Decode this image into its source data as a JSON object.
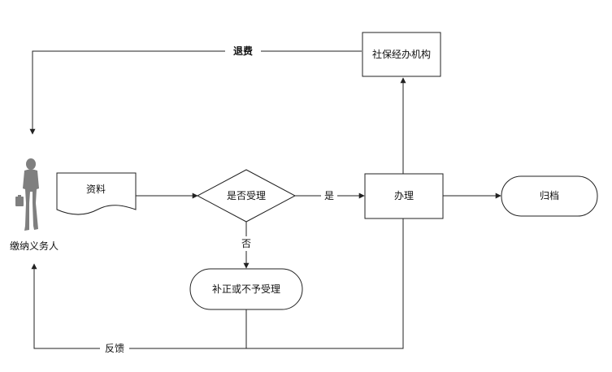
{
  "nodes": {
    "agency": "社保经办机构",
    "materials": "资料",
    "decision": "是否受理",
    "process": "办理",
    "archive": "归档",
    "correction": "补正或不予受理",
    "person": "缴纳义务人"
  },
  "edges": {
    "refund": "退费",
    "yes": "是",
    "no": "否",
    "feedback": "反馈"
  },
  "colors": {
    "line": "#222222",
    "person": "#7f7f7f"
  }
}
